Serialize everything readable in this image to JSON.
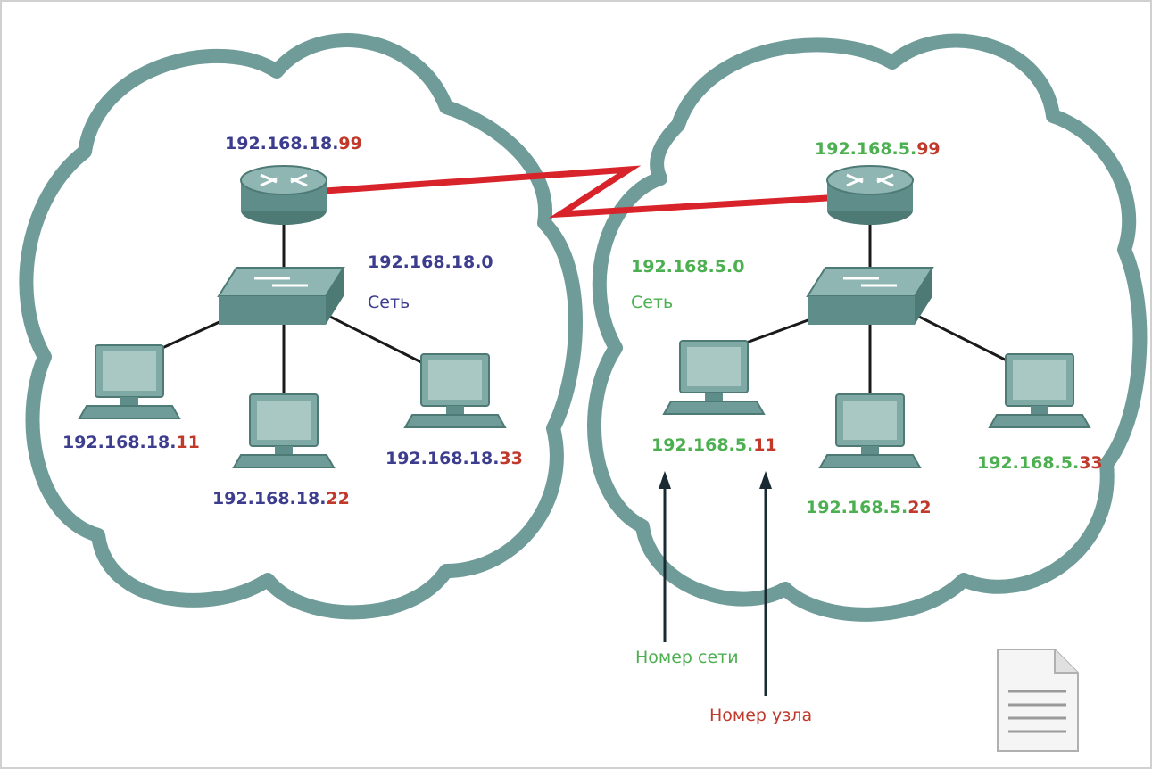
{
  "colors": {
    "cloud_stroke": "#6f9c98",
    "device": "#6f9c98",
    "device_dark": "#4e7a76",
    "wan_link": "#d8232a",
    "lan_link": "#1a1a1a",
    "network_part": "#3d3d8f",
    "host_part_left": "#c0392b",
    "network_part_right": "#4caf50",
    "host_part_right": "#c0392b",
    "arrow": "#1a2a33"
  },
  "left_network": {
    "router": {
      "net": "192.168.18.",
      "host": "99"
    },
    "network_address": "192.168.18.0",
    "network_word": "Сеть",
    "pcs": [
      {
        "net": "192.168.18.",
        "host": "11"
      },
      {
        "net": "192.168.18.",
        "host": "22"
      },
      {
        "net": "192.168.18.",
        "host": "33"
      }
    ]
  },
  "right_network": {
    "router": {
      "net": "192.168.5.",
      "host": "99"
    },
    "network_address": "192.168.5.0",
    "network_word": "Сеть",
    "pcs": [
      {
        "net": "192.168.5.",
        "host": "11"
      },
      {
        "net": "192.168.5.",
        "host": "22"
      },
      {
        "net": "192.168.5.",
        "host": "33"
      }
    ]
  },
  "annotations": {
    "network_number": "Номер сети",
    "host_number": "Номер узла"
  },
  "icons": {
    "router": "router-icon",
    "switch": "switch-icon",
    "pc": "pc-icon",
    "document": "document-icon"
  }
}
